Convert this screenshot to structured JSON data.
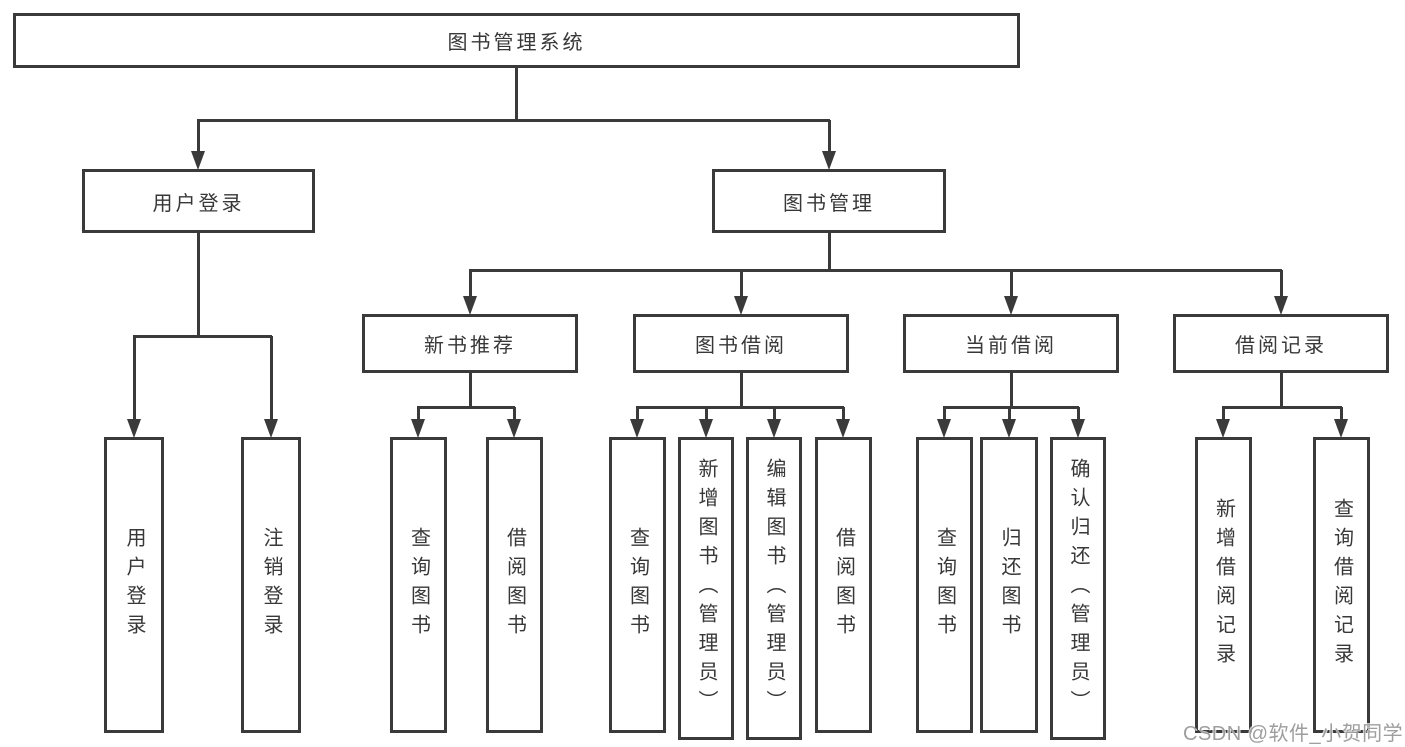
{
  "diagram_title": "图书管理系统",
  "tree": {
    "root": "图书管理系统",
    "login": {
      "label": "用户登录",
      "children": [
        "用户登录",
        "注销登录"
      ]
    },
    "mgmt": {
      "label": "图书管理",
      "groups": [
        {
          "label": "新书推荐",
          "children": [
            "查询图书",
            "借阅图书"
          ]
        },
        {
          "label": "图书借阅",
          "children": [
            "查询图书",
            "新增图书（管理员）",
            "编辑图书（管理员）",
            "借阅图书"
          ]
        },
        {
          "label": "当前借阅",
          "children": [
            "查询图书",
            "归还图书",
            "确认归还（管理员）"
          ]
        },
        {
          "label": "借阅记录",
          "children": [
            "新增借阅记录",
            "查询借阅记录"
          ]
        }
      ]
    }
  },
  "watermark": "CSDN @软件_小贺同学",
  "colors": {
    "line": "#3a3a3a",
    "text": "#383838",
    "background": "#ffffff",
    "watermark": "#9e9e9e"
  }
}
